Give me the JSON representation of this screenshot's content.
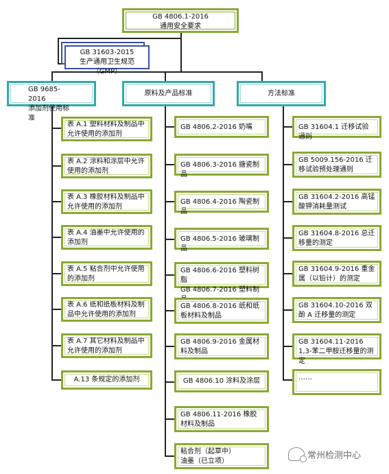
{
  "root": {
    "line1": "GB 4806.1-2016",
    "line2": "通用安全要求"
  },
  "gmp": {
    "line1": "GB 31603-2015",
    "line2": "生产通用卫生规范（GMP）"
  },
  "categories": [
    {
      "line1": "GB 9685-2016",
      "line2": "添加剂使用标准"
    },
    {
      "line1": "原料及产品标准",
      "line2": ""
    },
    {
      "line1": "方法标准",
      "line2": ""
    }
  ],
  "additive_items": [
    "表 A.1  塑料材料及制品中允许使用的添加剂",
    "表 A.2  涂料和涂层中允许使用的添加剂",
    "表 A.3  橡胶材料及制品中允许使用的添加剂",
    "表 A.4 油墨中允许使用的添加剂",
    "表 A.5 粘合剂中允许使用的添加剂",
    "表 A.6 纸和纸板材料及制品中允许使用的添加剂",
    "表 A.7  其它材料及制品中允许使用的添加剂",
    "A.13 条规定的添加剂"
  ],
  "material_items": [
    "GB 4806.2-2016  奶嘴",
    "GB 4806.3-2016  搪瓷制品",
    "GB 4806.4-2016  陶瓷制品",
    "GB 4806.5-2016  玻璃制品",
    "GB 4806.6-2016  塑料树脂\nGB 4806.7-2016  塑料制品",
    "GB 4806.8-2016  纸和纸板材料及制品",
    "GB 4806.9-2016  金属材料及制品",
    "GB 4806.10  涂料及涂层",
    "GB 4806.11-2016  橡胶材料及制品",
    "粘合剂（起草中）\n油墨（已立项）"
  ],
  "method_items": [
    "GB 31604.1  迁移试验通则",
    "GB 5009.156-2016 迁移试验预处理通则",
    "GB 31604.2-2016  高锰酸钾消耗量测试",
    "GB 31604.8-2016  总迁移量的测定",
    "GB 31604.9-2016  重金属（以铅计）的测定",
    "GB 31604.10-2016  双酚 A 迁移量的测定",
    "GB 31604.11-2016 1,3-苯二甲胺迁移量的测定",
    "……"
  ],
  "watermark": "常州检测中心"
}
